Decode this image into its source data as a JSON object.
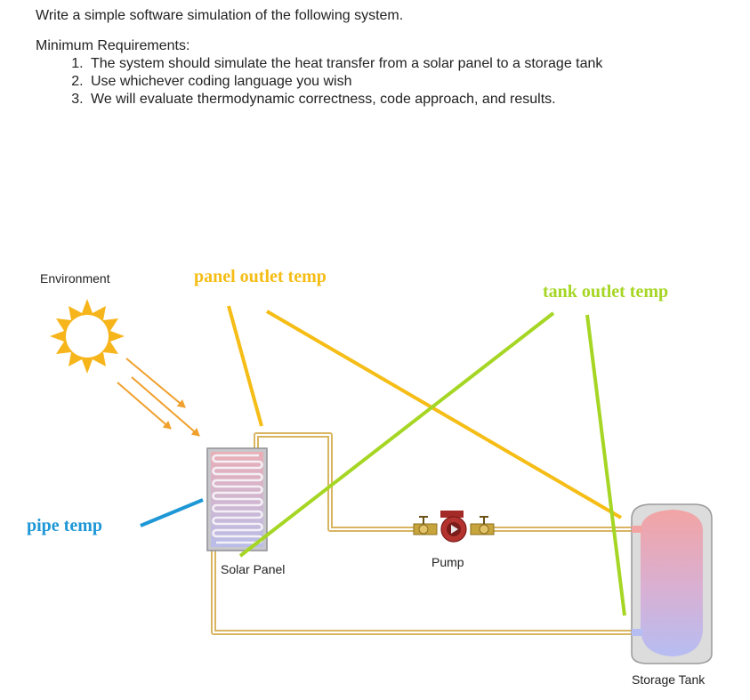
{
  "document": {
    "intro": "Write a simple software simulation of the following system.",
    "req_heading": "Minimum Requirements:",
    "requirements": [
      "The system should simulate the heat transfer from a solar panel to a storage tank",
      "Use whichever coding language you wish",
      "We will evaluate thermodynamic correctness, code approach, and results."
    ]
  },
  "diagram": {
    "labels": {
      "environment": "Environment",
      "solar_panel": "Solar Panel",
      "pump": "Pump",
      "storage_tank": "Storage Tank"
    },
    "annotations": {
      "panel_outlet": "panel outlet temp",
      "tank_outlet": "tank outlet temp",
      "pipe": "pipe temp"
    },
    "colors": {
      "panel_outlet": "#f5bd16",
      "tank_outlet": "#a6d624",
      "pipe": "#1e97d6",
      "sun": "#f7b51c",
      "rays": "#f0a02c",
      "pipe_gold": "#d9b562",
      "tank_hot": "#f0a8a8",
      "tank_cold": "#b8bff0"
    }
  }
}
